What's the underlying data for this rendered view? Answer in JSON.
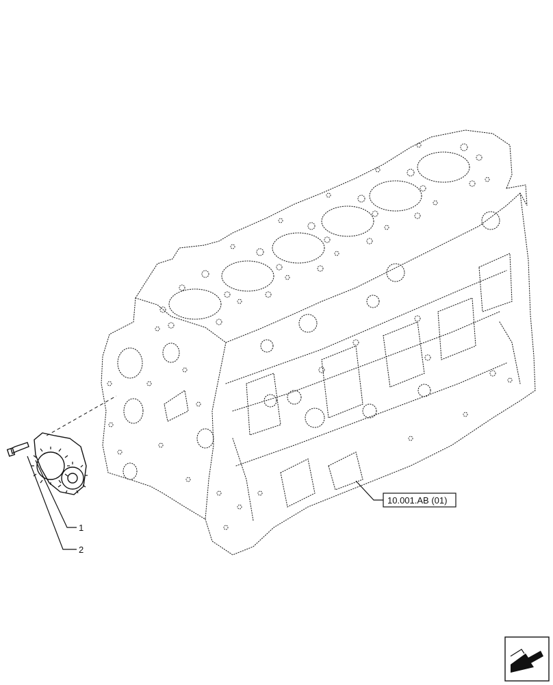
{
  "callouts": {
    "item_1": "1",
    "item_2": "2"
  },
  "reference": {
    "label": "10.001.AB (01)"
  },
  "icons": {
    "corner": "next-page-arrow-icon"
  }
}
